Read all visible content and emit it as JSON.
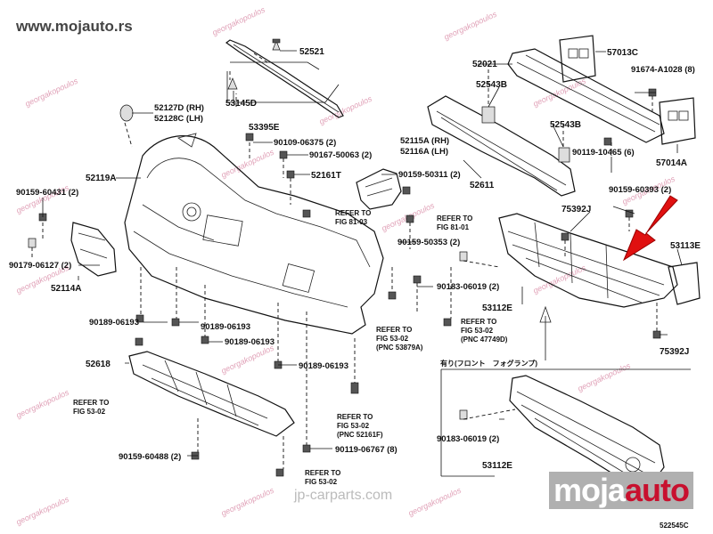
{
  "header": {
    "site_url": "www.mojauto.rs"
  },
  "watermark": {
    "text": "georgakopoulos"
  },
  "footer": {
    "source": "jp-carparts.com",
    "diagram_code": "522545C",
    "logo_main": "moja",
    "logo_accent": "auto"
  },
  "callouts": {
    "p52521": "52521",
    "p53145d": "53145D",
    "p53395e": "53395E",
    "p52127d": "52127D (RH)",
    "p52128c": "52128C (LH)",
    "p90109_06375": "90109-06375 (2)",
    "p52115a": "52115A (RH)",
    "p52116a": "52116A (LH)",
    "p90167_50063": "90167-50063 (2)",
    "p52119a": "52119A",
    "p52161t": "52161T",
    "p90159_50311": "90159-50311 (2)",
    "p90159_60431": "90159-60431 (2)",
    "p90179_06127": "90179-06127 (2)",
    "p52114a": "52114A",
    "p90159_50353": "90159-50353 (2)",
    "p90183_06019_a": "90183-06019 (2)",
    "p53112e_a": "53112E",
    "p90189_06193_a": "90189-06193",
    "p90189_06193_b": "90189-06193",
    "p90189_06193_c": "90189-06193",
    "p90189_06193_d": "90189-06193",
    "p52618": "52618",
    "p90159_60488": "90159-60488 (2)",
    "p90119_06767": "90119-06767 (8)",
    "p52021": "52021",
    "p52543b_a": "52543B",
    "p52543b_b": "52543B",
    "p52611": "52611",
    "p57013c": "57013C",
    "p91674": "91674-A1028 (8)",
    "p57014a": "57014A",
    "p90119_10465": "90119-10465 (6)",
    "p90159_60393": "90159-60393 (2)",
    "p75392j_a": "75392J",
    "p75392j_b": "75392J",
    "p53113e": "53113E",
    "p90183_06019_b": "90183-06019 (2)",
    "p53112e_b": "53112E"
  },
  "refs": {
    "r1_a": "REFER TO",
    "r1_b": "FIG 81-03",
    "r2_a": "REFER TO",
    "r2_b": "FIG 81-01",
    "r3_a": "REFER TO",
    "r3_b": "FIG 53-02",
    "r3_c": "(PNC 53879A)",
    "r4_a": "REFER TO",
    "r4_b": "FIG 53-02",
    "r4_c": "(PNC 47749D)",
    "r5_a": "REFER TO",
    "r5_b": "FIG 53-02",
    "r6_a": "REFER TO",
    "r6_b": "FIG 53-02",
    "r6_c": "(PNC 52161F)",
    "r7_a": "REFER TO",
    "r7_b": "FIG 53-02"
  },
  "fog_note": "有り(フロント　フォグランプ)"
}
